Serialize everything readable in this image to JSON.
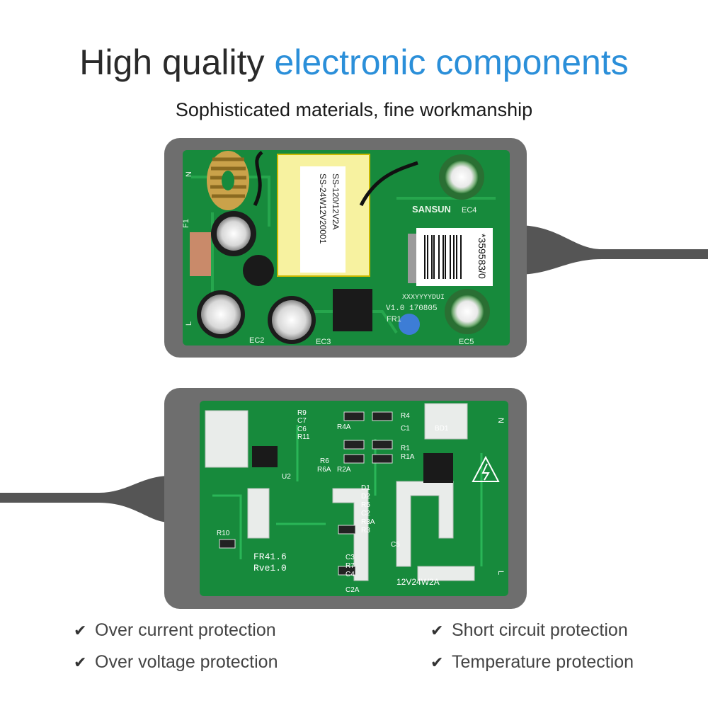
{
  "headline": {
    "part1": "High quality",
    "part2": "electronic components"
  },
  "subheadline": "Sophisticated materials, fine workmanship",
  "pcb_top": {
    "transformer_label_1": "SS-120/12V2A",
    "transformer_label_2": "SS-24W12V20001",
    "brand": "SANSUN",
    "ec4": "EC4",
    "ec2": "EC2",
    "ec3": "EC3",
    "ec5": "EC5",
    "barcode": "*359583/0",
    "version_code": "XXXYYYYDUI",
    "version": "V1.0 170805",
    "fr1": "FR1",
    "f1": "F1",
    "n": "N",
    "l": "L"
  },
  "pcb_bottom": {
    "model": "12V24W2A",
    "fr_label": "FR41.6",
    "rev": "Rve1.0",
    "r10": "R10",
    "r9": "R9",
    "c7": "C7",
    "c6": "C6",
    "r11": "R11",
    "r6": "R6",
    "r6a": "R6A",
    "r2a": "R2A",
    "u2": "U2",
    "r4": "R4",
    "r4a": "R4A",
    "c1": "C1",
    "r1": "R1",
    "r1a": "R1A",
    "bd1": "BD1",
    "d1": "D1",
    "d2": "D2",
    "r5": "R5",
    "c2": "C2",
    "r3": "R3",
    "r3a": "R3A",
    "c5": "C5",
    "c3": "C3",
    "r7": "R7",
    "c4": "C4",
    "c2a": "C2A",
    "n": "N",
    "l": "L"
  },
  "features": [
    {
      "label": "Over current protection",
      "icon": "check-icon"
    },
    {
      "label": "Over voltage protection",
      "icon": "check-icon"
    },
    {
      "label": "Short circuit protection",
      "icon": "check-icon"
    },
    {
      "label": "Temperature protection",
      "icon": "check-icon"
    }
  ]
}
